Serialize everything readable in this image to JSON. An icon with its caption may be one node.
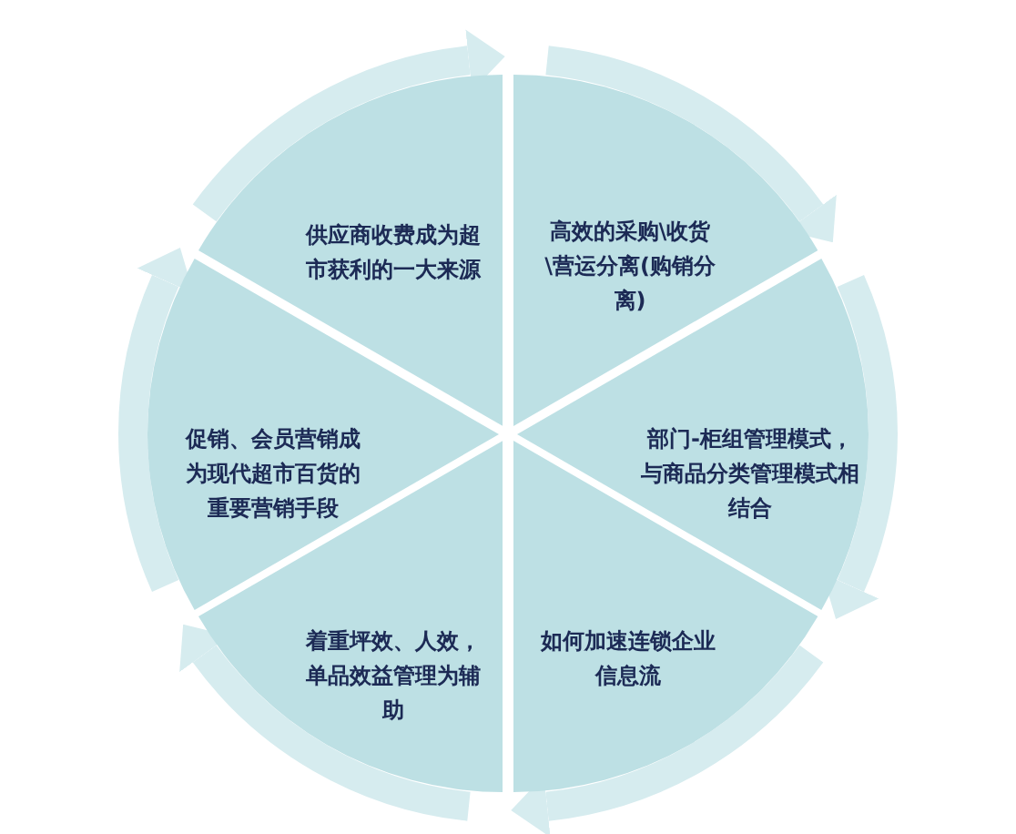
{
  "diagram": {
    "nodes": [
      {
        "text": [
          "供应商收费成为超市获利的一大来源"
        ]
      },
      {
        "text": [
          "高效的采购\\收货\\营运分离(购销分离)"
        ]
      },
      {
        "text": [
          "部门-柜组管理模式，与商品分类管理模式相结合"
        ]
      },
      {
        "text": [
          "如何加速连锁企业信息流"
        ]
      },
      {
        "text": [
          "着重坪效、人效，单品效益管理为辅助"
        ]
      },
      {
        "text": [
          "促销、会员营销成为现代超市百货的重要营销手段"
        ]
      }
    ],
    "edges": [
      {
        "from": 0,
        "to": 1,
        "arrow": "to"
      },
      {
        "from": 1,
        "to": 2,
        "arrow": "to"
      },
      {
        "from": 2,
        "to": 3,
        "arrow": "to"
      },
      {
        "from": 3,
        "to": 4,
        "arrow": "to"
      },
      {
        "from": 4,
        "to": 5,
        "arrow": "to"
      },
      {
        "from": 5,
        "to": 0,
        "arrow": "to"
      }
    ]
  }
}
